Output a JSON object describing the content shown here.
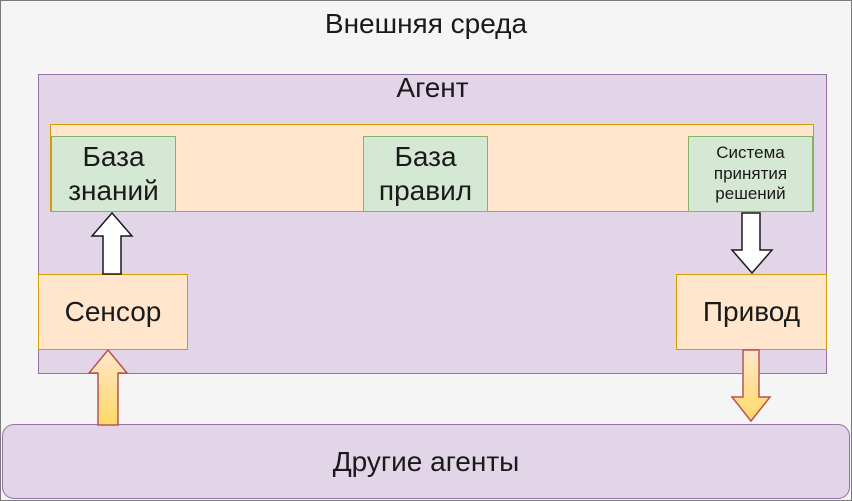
{
  "environment": {
    "title": "Внешняя среда"
  },
  "agent": {
    "title": "Агент",
    "knowledge_base": "База знаний",
    "rule_base": "База правил",
    "decision_system": "Система принятия решений",
    "sensor": "Сенсор",
    "actuator": "Привод"
  },
  "other_agents": {
    "label": "Другие агенты"
  },
  "colors": {
    "agent_fill": "#e1d5e7",
    "agent_stroke": "#9673a6",
    "core_fill": "#ffe6cc",
    "core_stroke": "#d79b00",
    "module_fill": "#d5e8d4",
    "module_stroke": "#82b366",
    "io_arrow_top": "#ffe6cc",
    "io_arrow_bottom": "#ffd966"
  }
}
